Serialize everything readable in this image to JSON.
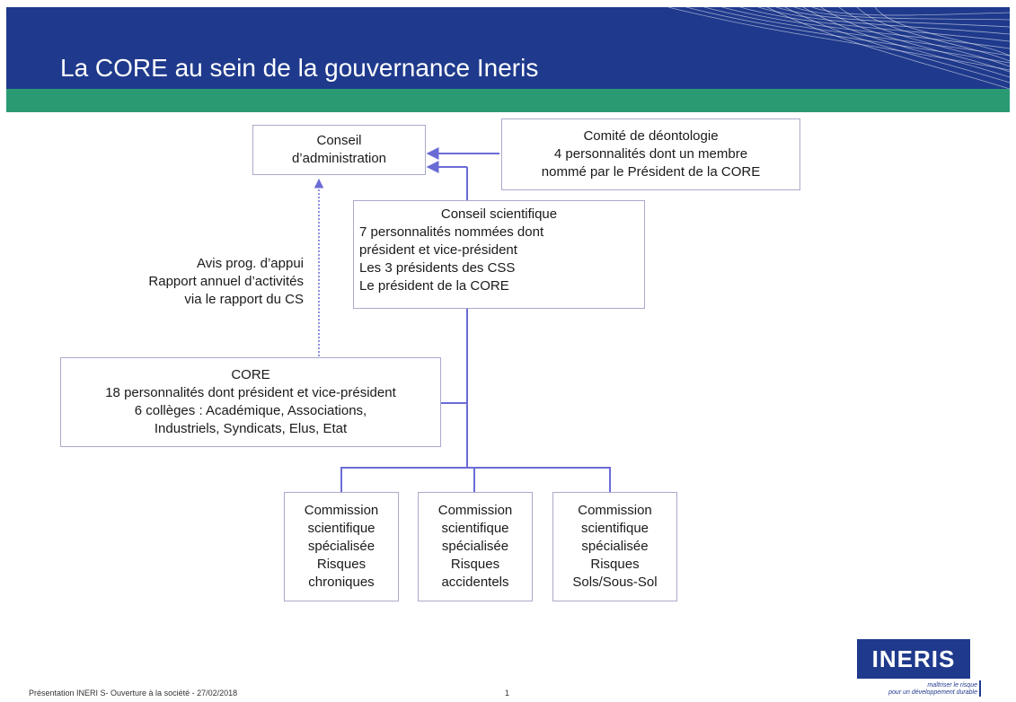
{
  "slide": {
    "title": "La CORE au sein de la gouvernance Ineris",
    "footer": "Présentation INERI S- Ouverture à la société - 27/02/2018",
    "page_number": "1",
    "logo_text": "INERIS",
    "tagline": "maîtriser le risque\npour un développement durable",
    "colors": {
      "banner": "#1f3a8c",
      "green_band": "#2a9a73",
      "connector": "#6b6bd6",
      "box_border": "#aaaacc"
    }
  },
  "diagram": {
    "conseil_admin": "Conseil\nd’administration",
    "comite": "Comité de déontologie\n4 personnalités dont un membre\nnommé par le Président de la CORE",
    "conseil_scientifique": {
      "title": "Conseil scientifique",
      "lines": "7 personnalités nommées dont\nprésident et vice-président\nLes 3 présidents des CSS\nLe président de la CORE"
    },
    "annotation": "Avis prog. d’appui\nRapport annuel d’activités\nvia le rapport du CS",
    "core": "CORE\n18 personnalités dont président et vice-président\n6 collèges : Académique, Associations,\nIndustriels, Syndicats, Elus, Etat",
    "commissions": [
      "Commission\nscientifique\nspécialisée\nRisques\nchroniques",
      "Commission\nscientifique\nspécialisée\nRisques\naccidentels",
      "Commission\nscientifique\nspécialisée\nRisques\nSols/Sous-Sol"
    ]
  }
}
